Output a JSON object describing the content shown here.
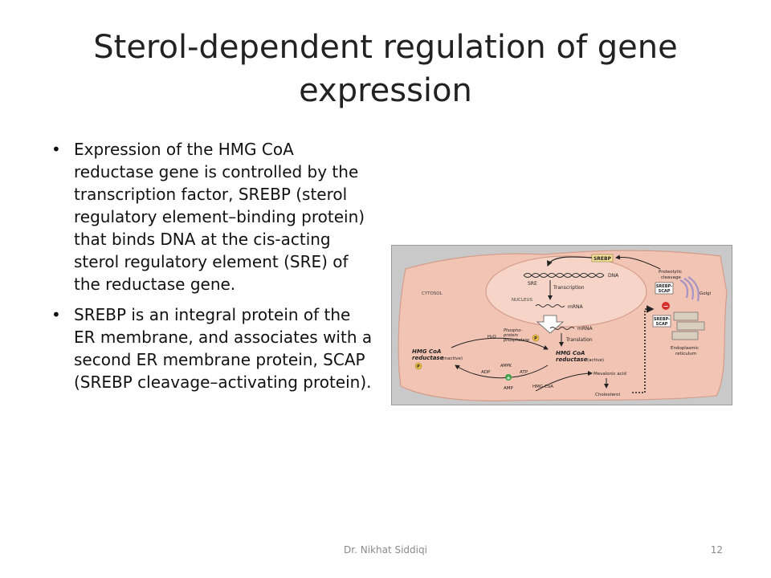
{
  "slide": {
    "title": "Sterol-dependent regulation of gene expression",
    "bullets": [
      "Expression of the HMG CoA reductase gene is controlled by the transcription factor, SREBP (sterol regulatory element–binding protein) that binds DNA at the cis-acting sterol regulatory element (SRE) of the reductase gene.",
      "SREBP is an integral protein of the ER membrane, and associates with a second ER membrane protein, SCAP (SREBP cleavage–activating protein)."
    ],
    "footer_author": "Dr. Nikhat Siddiqi",
    "page_number": "12"
  },
  "diagram": {
    "srebp_box": "SREBP",
    "dna": "DNA",
    "sre": "SRE",
    "transcription": "Transcription",
    "nucleus": "NUCLEUS",
    "mrna_nucleus": "mRNA",
    "cytosol": "CYTOSOL",
    "proteolytic_1": "Proteolytic",
    "proteolytic_2": "cleavage",
    "srebp_scap_golgi_1": "SREBP-",
    "srebp_scap_golgi_2": "SCAP",
    "golgi": "Golgi",
    "srebp_scap_er_1": "SREBP-",
    "srebp_scap_er_2": "SCAP",
    "er_1": "Endoplasmic",
    "er_2": "reticulum",
    "mrna_cytosol": "mRNA",
    "translation": "Translation",
    "h2o": "H₂O",
    "phospho_1": "Phospho-",
    "phospho_2": "protein",
    "phospho_3": "phosphatase",
    "hmg_inactive_1": "HMG CoA",
    "hmg_inactive_2": "reductase",
    "inactive": "(inactive)",
    "hmg_active_1": "HMG CoA",
    "hmg_active_2": "reductase",
    "active": "(active)",
    "ampk": "AMPK",
    "adp": "ADP",
    "atp": "ATP",
    "amp": "AMP",
    "mevalonic": "Mevalonic acid",
    "hmgcoa": "HMG CoA",
    "cholesterol": "Cholesterol",
    "p_symbol": "P",
    "plus_symbol": "+",
    "minus_symbol": "−",
    "colors": {
      "frame": "#c8c8c8",
      "cell": "#f2c4b4",
      "nucleus": "#f6d5c8",
      "srebp_box": "#f9e59a",
      "phosphate": "#f2c14a",
      "plus": "#3aa046",
      "minus": "#d8322c",
      "golgi": "#a493c4"
    }
  }
}
